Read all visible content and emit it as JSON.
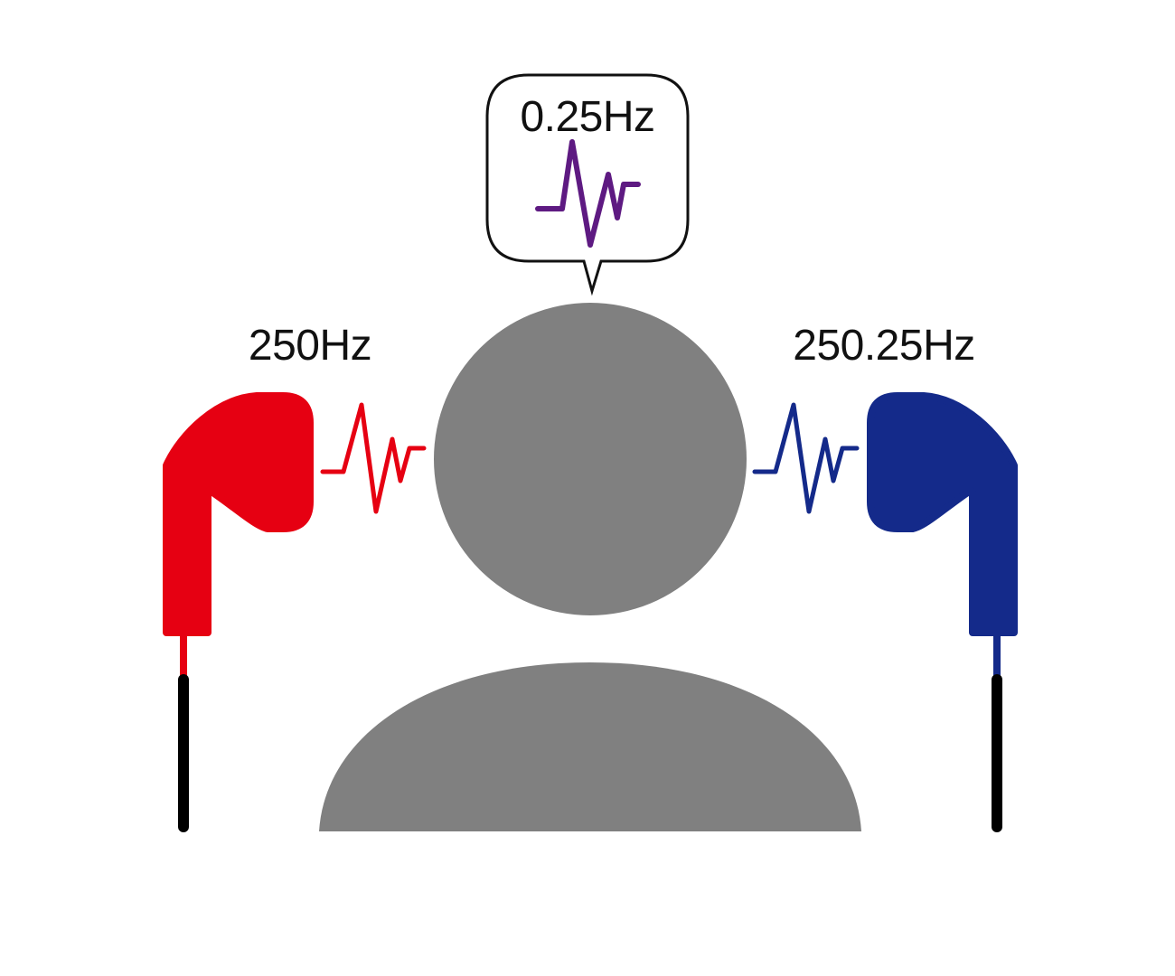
{
  "labels": {
    "left": "250Hz",
    "right": "250.25Hz",
    "beat": "0.25Hz"
  },
  "colors": {
    "left_earbud": "#e60012",
    "right_earbud": "#142a8a",
    "beat_wave": "#5e1a82",
    "person": "#808080",
    "cable": "#000000"
  },
  "icons": {
    "left": "earbud-icon",
    "right": "earbud-icon",
    "person": "person-icon",
    "beat": "speech-bubble-icon"
  }
}
